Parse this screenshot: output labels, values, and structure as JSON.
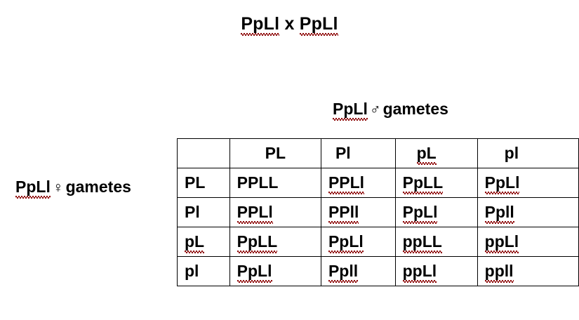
{
  "title": {
    "left_parent": "PpLl",
    "operator": "x",
    "right_parent": "PpLl"
  },
  "labels": {
    "male": {
      "genotype": "PpLl",
      "symbol": "♂",
      "symbol_name": "male-symbol",
      "text": "gametes"
    },
    "female": {
      "genotype": "PpLl",
      "symbol": "♀",
      "symbol_name": "female-symbol",
      "text": "gametes"
    }
  },
  "punnett": {
    "corner": "",
    "column_headers": [
      "PL",
      "Pl",
      "pL",
      "pl"
    ],
    "row_headers": [
      "PL",
      "Pl",
      "pL",
      "pl"
    ],
    "cells": [
      [
        "PPLL",
        "PPLl",
        "PpLL",
        "PpLl"
      ],
      [
        "PPLl",
        "PPll",
        "PpLl",
        "Ppll"
      ],
      [
        "PpLL",
        "PpLl",
        "ppLL",
        "ppLl"
      ],
      [
        "PpLl",
        "Ppll",
        "ppLl",
        "ppll"
      ]
    ]
  },
  "colors": {
    "background": "#ffffff",
    "text": "#000000",
    "border": "#000000",
    "spellcheck_underline": "#8e0b0b"
  }
}
